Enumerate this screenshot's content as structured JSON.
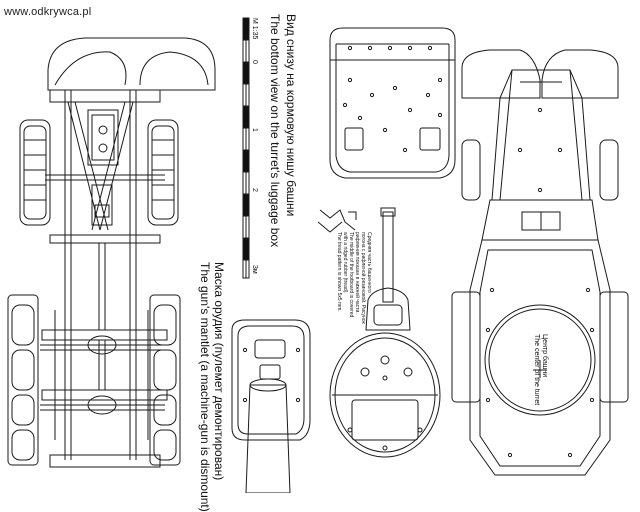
{
  "watermark": "www.odkrywca.pl",
  "scale": {
    "label": "M 1:35",
    "ticks": [
      "0",
      "1",
      "2",
      "3м"
    ]
  },
  "captions": {
    "bottom_view_ru": "Вид снизу на кормовую нишу башни",
    "bottom_view_en": "The bottom view on the turret's luggage box",
    "mantlet_ru": "Маска орудия (пулемет демонтирован)",
    "mantlet_en": "The gun's mantlet (a machine-gun is dismount)",
    "turret_center_ru": "Центр башни",
    "turret_center_en": "The center of the turret"
  },
  "note": {
    "ru_1": "Средняя часть башенного",
    "ru_2": "погона с рифленой резиновой. Рисунок",
    "ru_3": "рифления показан в нижней части.",
    "en_1": "The middle of the footboard is covered",
    "en_2": "with a ridged rubber (tread).",
    "en_3": "The tread pattern is shown 5x5 mm."
  }
}
